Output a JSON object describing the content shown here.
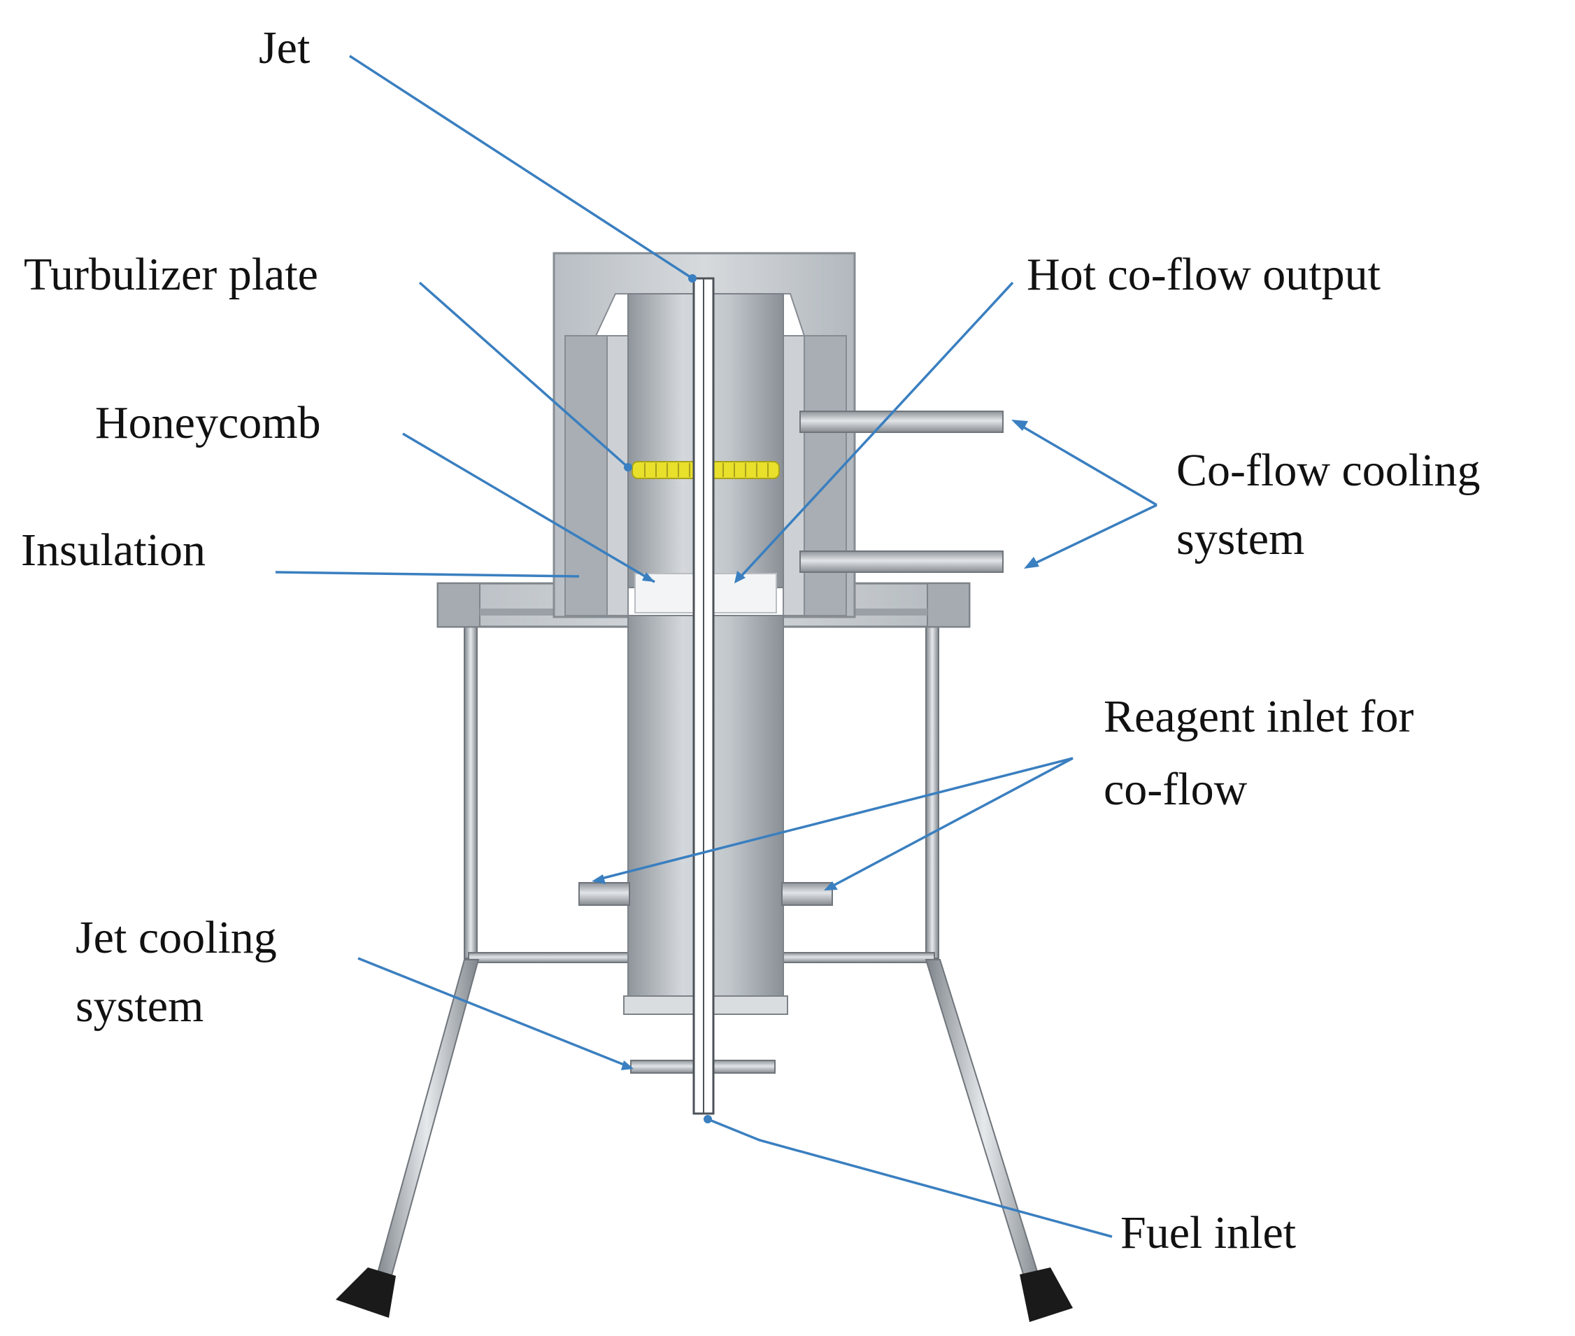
{
  "labels": {
    "jet": "Jet",
    "turbulizer_plate": "Turbulizer plate",
    "honeycomb": "Honeycomb",
    "insulation": "Insulation",
    "hot_coflow_output": "Hot co-flow output",
    "coflow_cooling_line1": "Co-flow cooling",
    "coflow_cooling_line2": "system",
    "reagent_inlet_line1": "Reagent inlet for",
    "reagent_inlet_line2": "co-flow",
    "jet_cooling_line1": "Jet cooling",
    "jet_cooling_line2": "system",
    "fuel_inlet": "Fuel inlet"
  },
  "colors": {
    "leader_line": "#3a7fc0",
    "honeycomb_yellow": "#e8e02a",
    "metal_light": "#cfd3d8",
    "metal_mid": "#a9aeb4",
    "metal_dark": "#7c8288",
    "leg_feet": "#1a1a1a"
  }
}
